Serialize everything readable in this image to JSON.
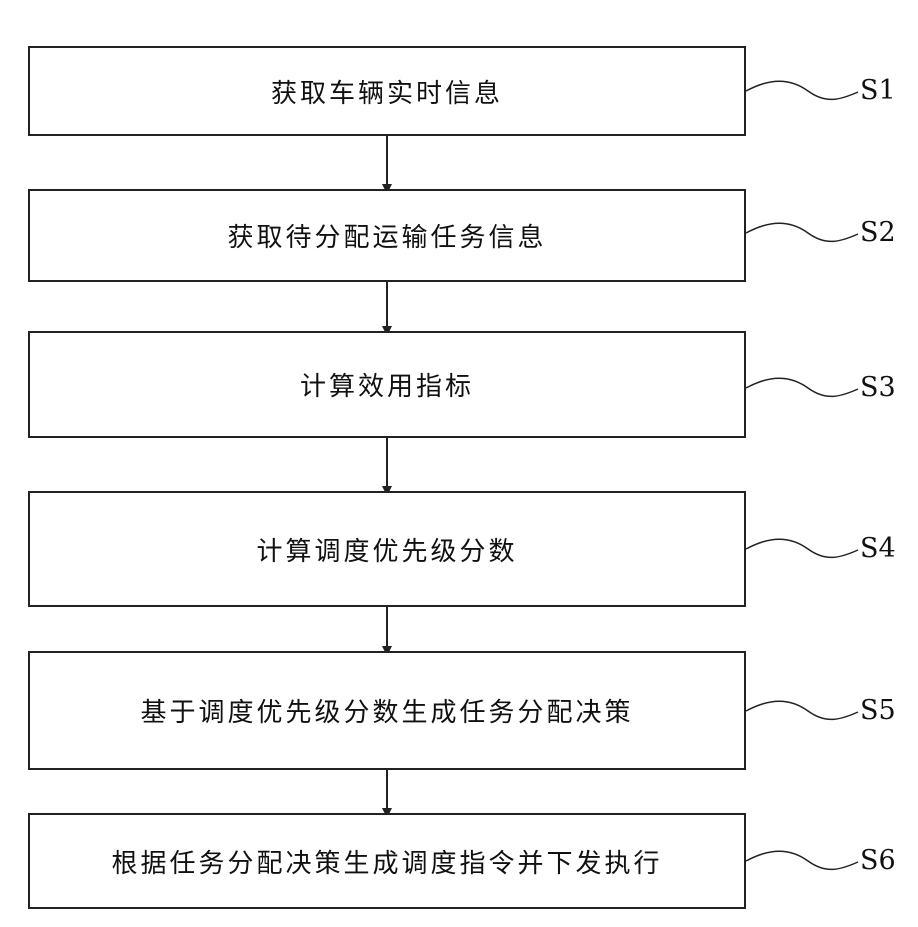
{
  "flowchart": {
    "steps": [
      {
        "text": "获取车辆实时信息",
        "label": "S1"
      },
      {
        "text": "获取待分配运输任务信息",
        "label": "S2"
      },
      {
        "text": "计算效用指标",
        "label": "S3"
      },
      {
        "text": "计算调度优先级分数",
        "label": "S4"
      },
      {
        "text": "基于调度优先级分数生成任务分配决策",
        "label": "S5"
      },
      {
        "text": "根据任务分配决策生成调度指令并下发执行",
        "label": "S6"
      }
    ],
    "colors": {
      "stroke": "#222222",
      "background": "#ffffff"
    }
  }
}
